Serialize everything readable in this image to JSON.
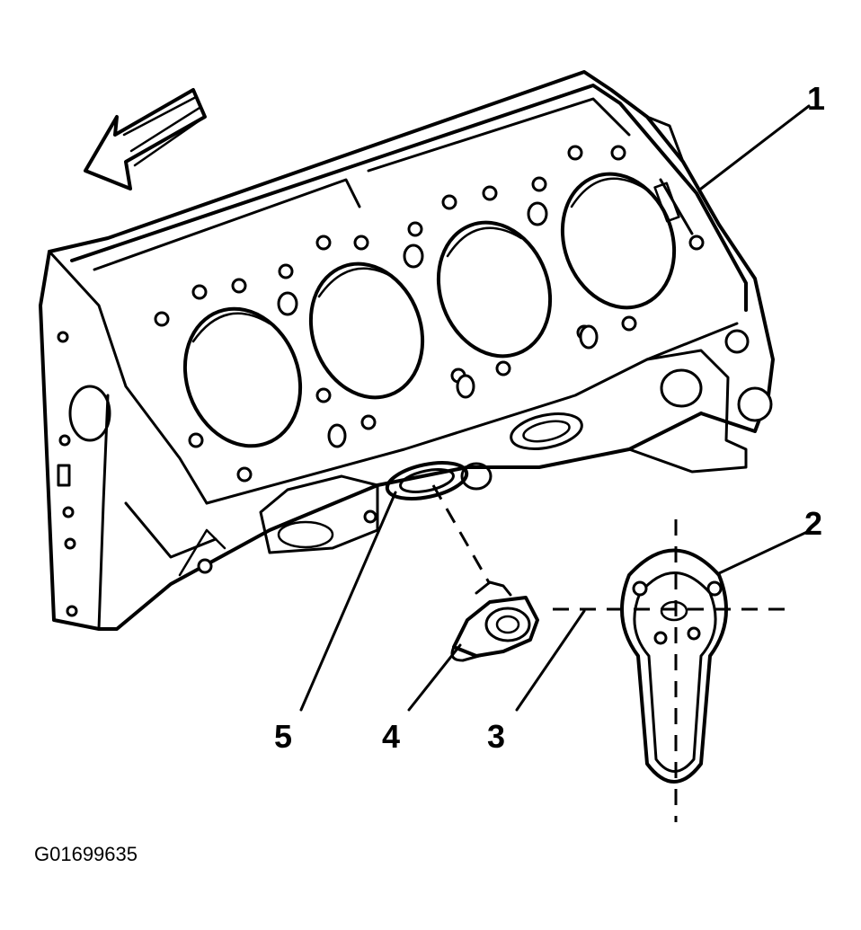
{
  "figure_id": "G01699635",
  "callouts": {
    "c1": "1",
    "c2": "2",
    "c3": "3",
    "c4": "4",
    "c5": "5"
  },
  "colors": {
    "ink": "#000000",
    "paper": "#ffffff"
  }
}
